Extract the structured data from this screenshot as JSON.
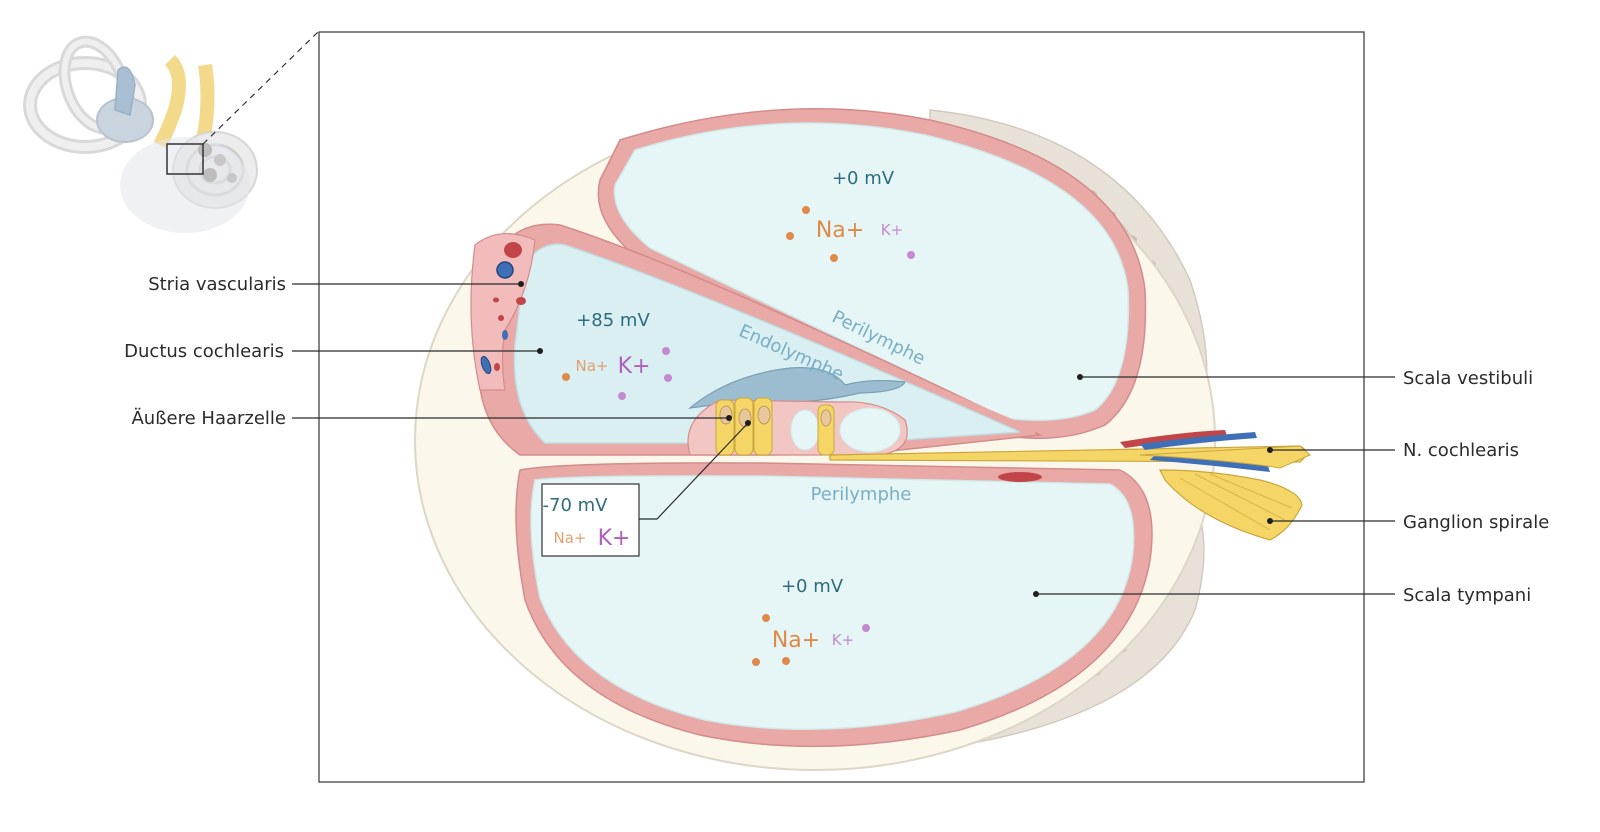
{
  "labels": {
    "stria_vascularis": "Stria vascularis",
    "ductus_cochlearis": "Ductus cochlearis",
    "aeussere_haarzelle": "Äußere Haarzelle",
    "scala_vestibuli": "Scala vestibuli",
    "n_cochlearis": "N. cochlearis",
    "ganglion_spirale": "Ganglion spirale",
    "scala_tympani": "Scala tympani"
  },
  "scala_vestibuli_region": {
    "potential": "+0 mV",
    "na": "Na+",
    "k": "K+",
    "fluid": "Perilymphe"
  },
  "ductus_region": {
    "potential": "+85 mV",
    "na": "Na+",
    "k": "K+",
    "fluid": "Endolymphe"
  },
  "scala_tympani_region": {
    "potential": "+0 mV",
    "na": "Na+",
    "k": "K+",
    "fluid": "Perilymphe"
  },
  "hair_cell_box": {
    "potential": "-70 mV",
    "na": "Na+",
    "k": "K+"
  },
  "colors": {
    "perilymph_fill": "#e6f6f6",
    "endolymph_fill": "#d9eff2",
    "membrane_pink": "#e9a9a6",
    "bone": "#e8e1d8",
    "nerve_yellow": "#f6d76a",
    "artery_red": "#c2454a",
    "vein_blue": "#3f6fb6",
    "sodium_orange": "#e08a4a",
    "potassium_purple": "#b05fc0"
  }
}
